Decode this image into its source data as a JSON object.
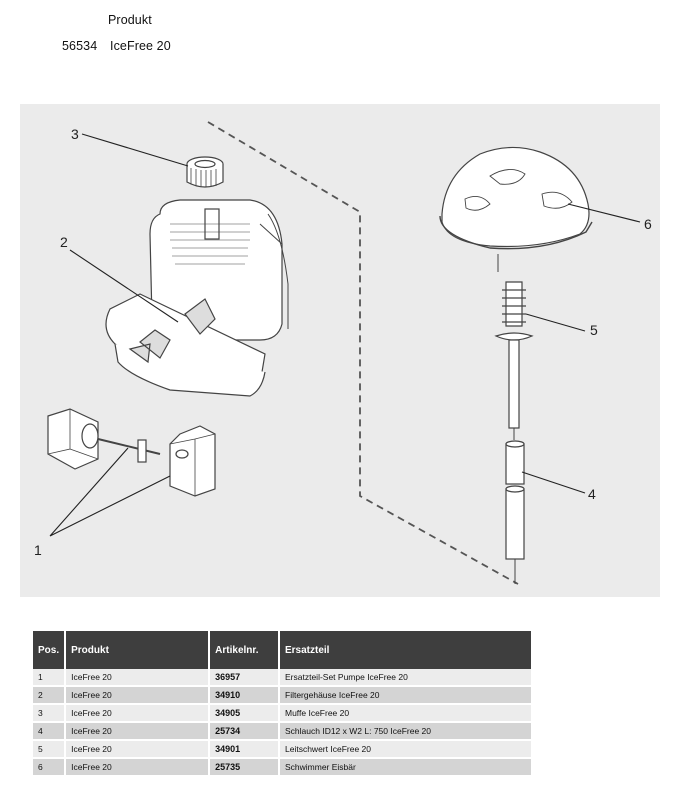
{
  "header": {
    "label": "Produkt",
    "number": "56534",
    "name": "IceFree 20"
  },
  "callouts": [
    "1",
    "2",
    "3",
    "4",
    "5",
    "6"
  ],
  "table": {
    "columns": [
      "Pos.",
      "Produkt",
      "Artikelnr.",
      "Ersatzteil"
    ],
    "rows": [
      [
        "1",
        "IceFree 20",
        "36957",
        "Ersatzteil-Set Pumpe IceFree 20"
      ],
      [
        "2",
        "IceFree 20",
        "34910",
        "Filtergehäuse IceFree 20"
      ],
      [
        "3",
        "IceFree 20",
        "34905",
        "Muffe IceFree 20"
      ],
      [
        "4",
        "IceFree 20",
        "25734",
        "Schlauch ID12 x W2 L: 750 IceFree 20"
      ],
      [
        "5",
        "IceFree 20",
        "34901",
        "Leitschwert IceFree 20"
      ],
      [
        "6",
        "IceFree 20",
        "25735",
        "Schwimmer Eisbär"
      ]
    ]
  }
}
